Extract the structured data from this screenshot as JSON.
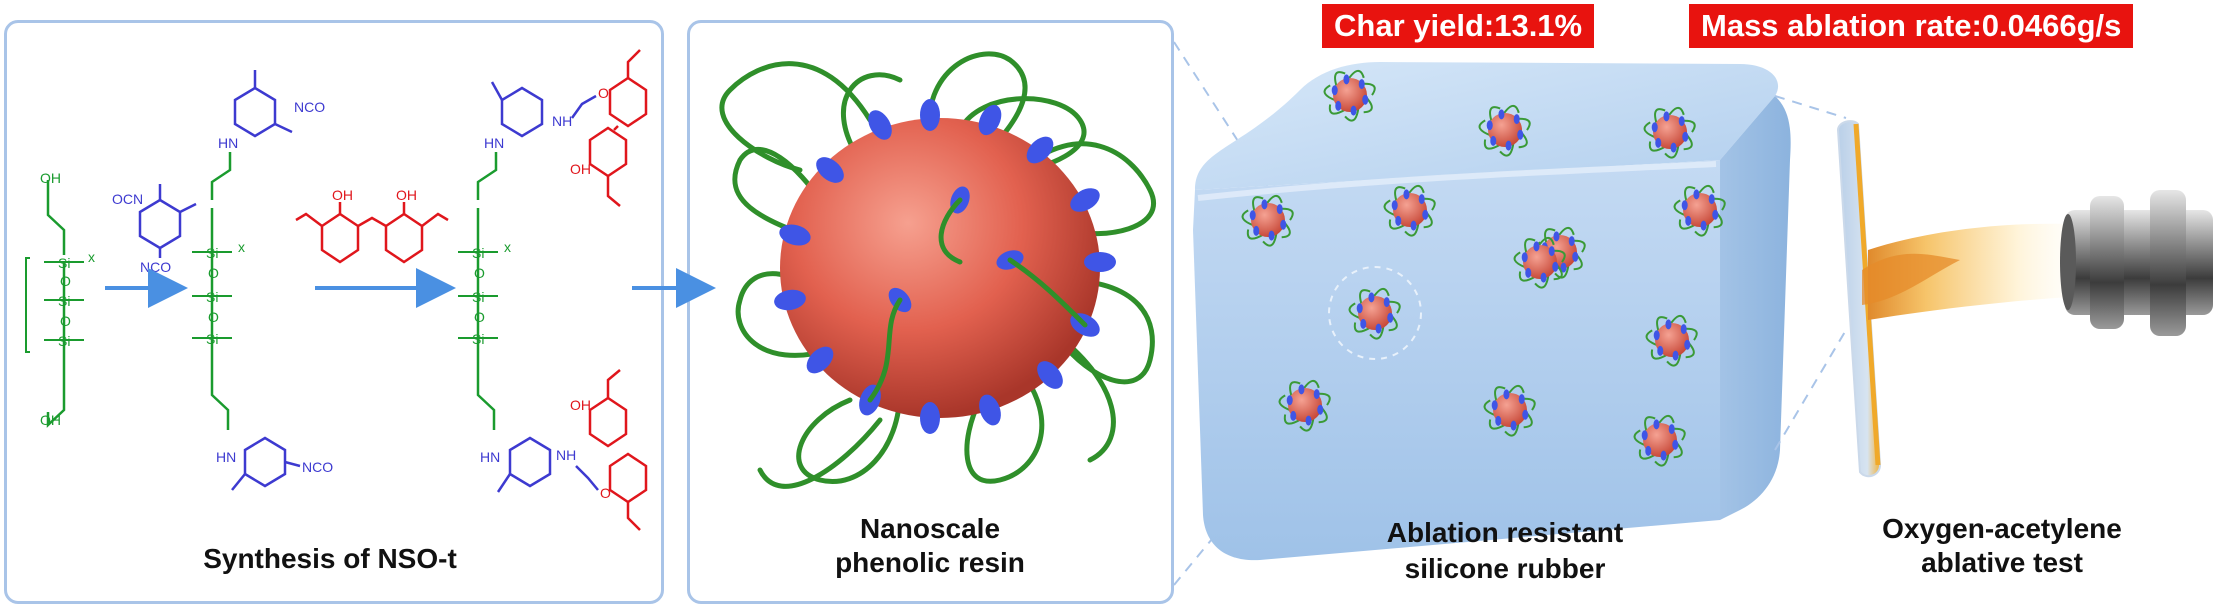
{
  "badges": {
    "char_yield": "Char yield:13.1%",
    "mass_ablation": "Mass ablation rate:0.0466g/s"
  },
  "captions": {
    "synthesis": "Synthesis of NSO-t",
    "resin_line1": "Nanoscale",
    "resin_line2": "phenolic resin",
    "rubber_line1": "Ablation resistant",
    "rubber_line2": "silicone rubber",
    "test_line1": "Oxygen-acetylene",
    "test_line2": "ablative test"
  },
  "chem": {
    "oh": "OH",
    "si": "Si",
    "o": "O",
    "ocn": "OCN",
    "nco": "NCO",
    "hn": "HN",
    "nh": "NH",
    "x": "x"
  },
  "colors": {
    "panel_border": "#a9c4e8",
    "badge_bg": "#e8130f",
    "siloxane_green": "#1a9b2e",
    "isocyanate_blue": "#3d3ad0",
    "phenol_red": "#e0161c",
    "arrow_blue": "#4a90e2"
  }
}
